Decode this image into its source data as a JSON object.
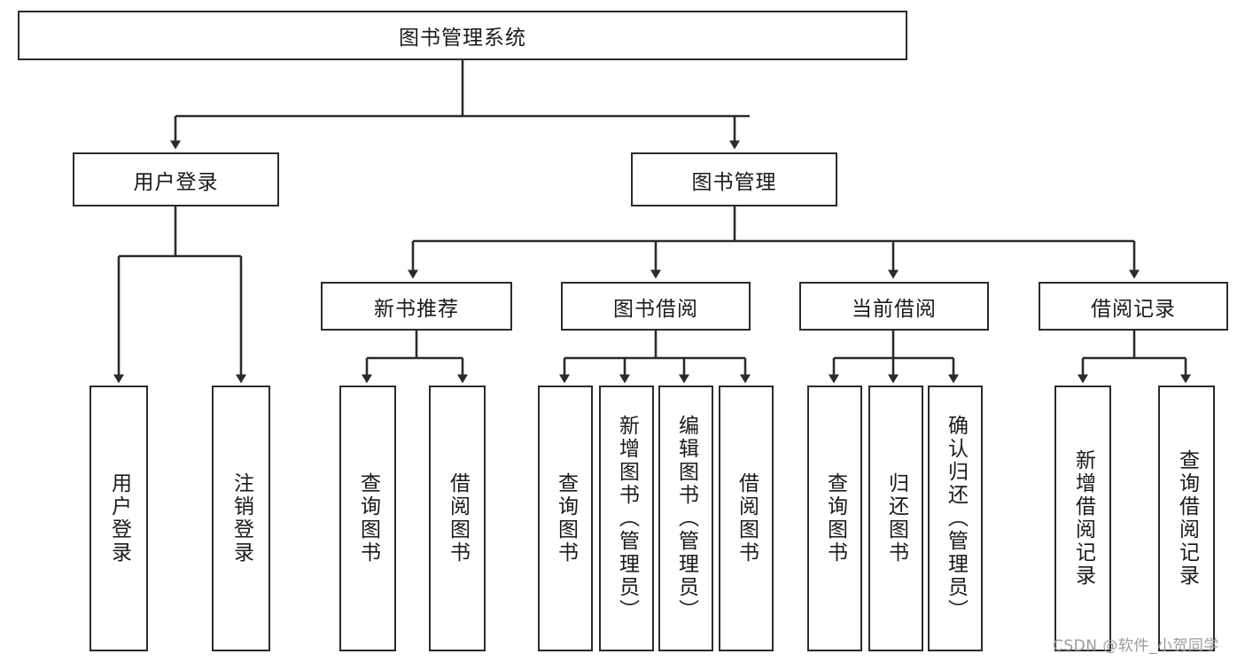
{
  "diagram": {
    "title": "图书管理系统",
    "type": "tree-hierarchy",
    "root": {
      "label": "图书管理系统"
    },
    "level2": [
      {
        "label": "用户登录"
      },
      {
        "label": "图书管理"
      }
    ],
    "level3": [
      {
        "label": "新书推荐"
      },
      {
        "label": "图书借阅"
      },
      {
        "label": "当前借阅"
      },
      {
        "label": "借阅记录"
      }
    ],
    "leaves": [
      {
        "label": "用户登录"
      },
      {
        "label": "注销登录"
      },
      {
        "label": "查询图书"
      },
      {
        "label": "借阅图书"
      },
      {
        "label": "查询图书"
      },
      {
        "label": "新增图书（管理员）"
      },
      {
        "label": "编辑图书（管理员）"
      },
      {
        "label": "借阅图书"
      },
      {
        "label": "查询图书"
      },
      {
        "label": "归还图书"
      },
      {
        "label": "确认归还（管理员）"
      },
      {
        "label": "新增借阅记录"
      },
      {
        "label": "查询借阅记录"
      }
    ],
    "colors": {
      "border": "#2b2b2b",
      "fill": "#ffffff",
      "text": "#1a1a1a",
      "connector": "#2b2b2b",
      "watermark": "#9b9b9b"
    }
  },
  "watermark": {
    "text": "CSDN @软件_小贺同学"
  }
}
